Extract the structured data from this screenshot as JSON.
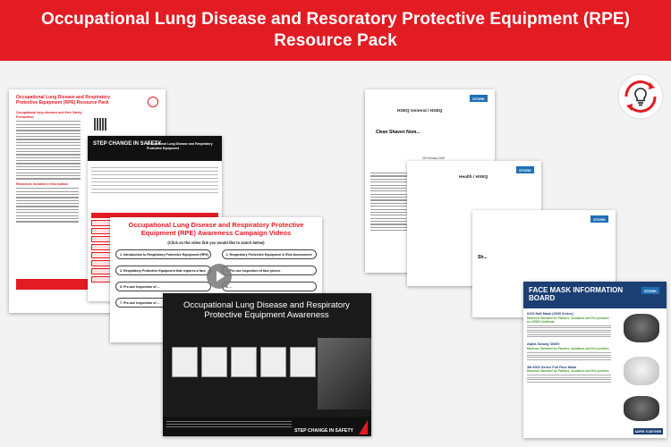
{
  "header": {
    "line1": "Occupational Lung Disease and Resoratory Protective Equipment (RPE)",
    "line2": "Resource Pack"
  },
  "documents": {
    "resource_pack": {
      "title": "Occupational Lung Disease and Respiratory Protective Equipment (RPE) Resource Pack",
      "section1": "Occupational lung diseases and their Safety Precautions",
      "section2": "Resources included in this toolbox"
    },
    "campaign_form": {
      "logo": "STEP CHANGE IN SAFETY",
      "heading": "Occupational Lung Disease and Respiratory Protective Equipment"
    },
    "campaign_videos": {
      "title": "Occupational Lung Disease and Respiratory Protective Equipment (RPE) Awareness Campaign Videos",
      "subtitle": "(Click on the video link you would like to watch below)",
      "links": [
        "1. Introduction to Respiratory Protective Equipment (RPE)",
        "2. Respiratory Protective Equipment & Risk Assessment",
        "3. Respiratory Protective Equipment that requires a face",
        "4. Pre-use inspection of face pieces",
        "5. Pre-use inspection of ...",
        "6. ...",
        "7. Pre-use inspection of ...",
        "8. ..."
      ]
    },
    "presentation": {
      "title": "Occupational Lung Disease and Respiratory Protective Equipment Awareness",
      "logo": "STEP CHANGE IN SAFETY"
    },
    "hseq_general": {
      "badge": "STORK",
      "heading": "HSEQ General / HSEQ",
      "subheading": "Clean Shaven Nom...",
      "date": "28 February 2020"
    },
    "hseq_health": {
      "badge": "STORK",
      "heading": "Health / HSEQ"
    },
    "hseq_third": {
      "badge": "STORK",
      "heading": "Sh..."
    },
    "face_mask_board": {
      "badge": "STORK",
      "title": "FACE MASK INFORMATION BOARD",
      "sections": [
        {
          "name": "6223 Half Mask (4000 Series)",
          "note": "Minimum Standard for Painters, Insulators and Fire-proofers on JGSEX Scaffolds"
        },
        {
          "name": "Alpha Solway 3030V",
          "note": "Minimum Standard for Painters, Insulators and Fire-proofers"
        },
        {
          "name": "3M 6000 Series Full Face Mask",
          "note": "Minimum Standard for Painters, Insulators and Fire-proofers"
        }
      ],
      "footer_logo": "SAFER TOGETHER"
    }
  }
}
